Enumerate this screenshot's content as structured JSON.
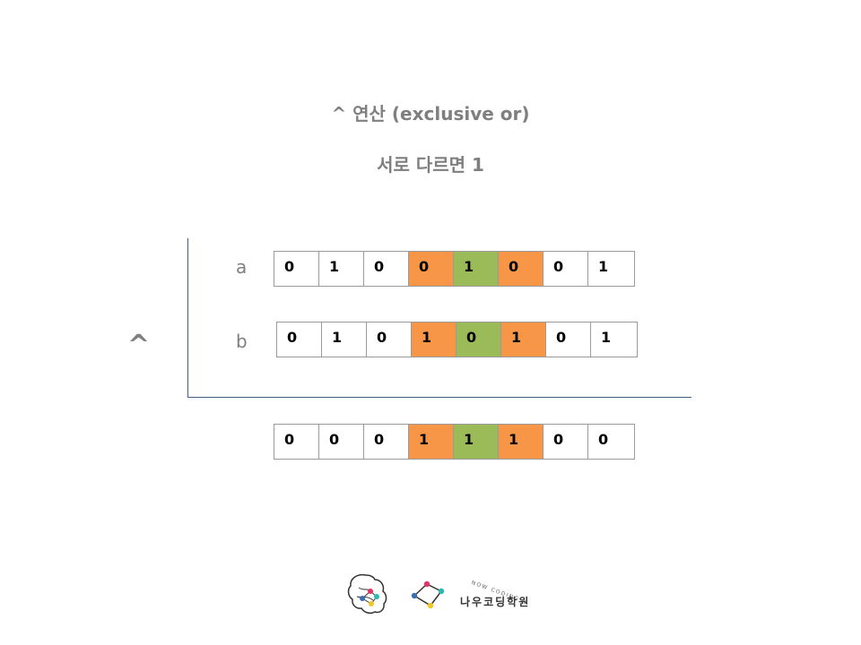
{
  "slide": {
    "title": "^ 연산  (exclusive or)",
    "subtitle": "서로 다르면 1",
    "operator": "^"
  },
  "rows": {
    "a": {
      "label": "a",
      "bits": [
        "0",
        "1",
        "0",
        "0",
        "1",
        "0",
        "0",
        "1"
      ]
    },
    "b": {
      "label": "b",
      "bits": [
        "0",
        "1",
        "0",
        "1",
        "0",
        "1",
        "0",
        "1"
      ]
    },
    "result": {
      "bits": [
        "0",
        "0",
        "0",
        "1",
        "1",
        "1",
        "0",
        "0"
      ]
    }
  },
  "highlights": {
    "orange": "#f79646",
    "green": "#9bbb59"
  },
  "footer": {
    "brand": "나우코딩학원",
    "brand_sub": "NOW CODING"
  }
}
